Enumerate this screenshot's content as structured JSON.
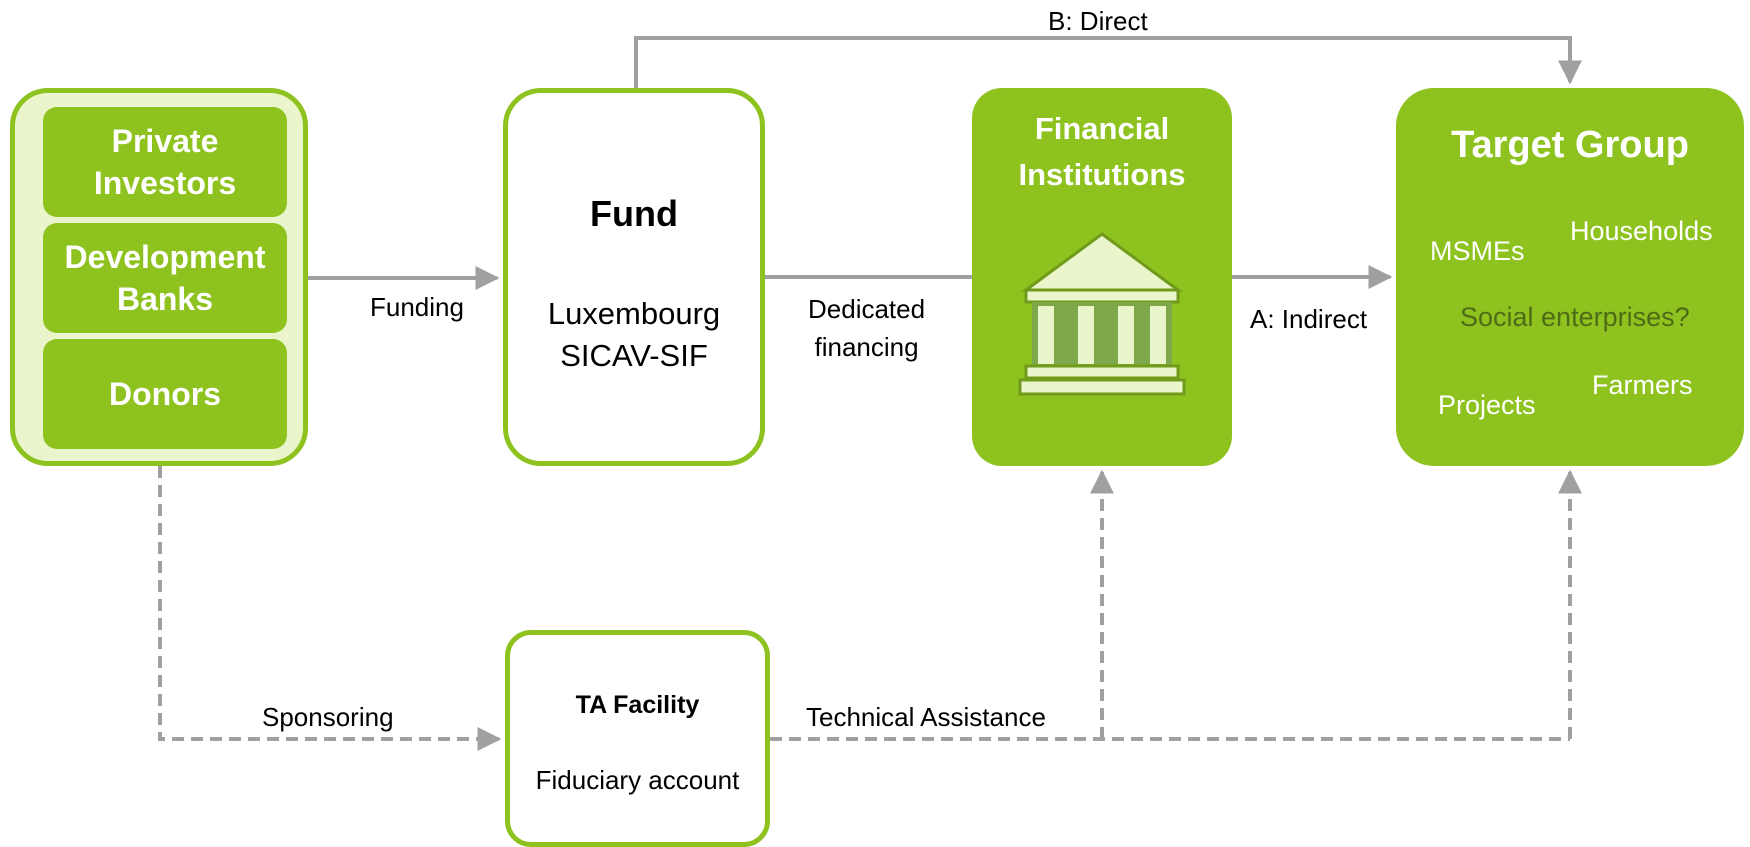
{
  "investors": {
    "items": [
      "Private Investors",
      "Development Banks",
      "Donors"
    ]
  },
  "fund": {
    "title": "Fund",
    "sub_line1": "Luxembourg",
    "sub_line2": "SICAV-SIF"
  },
  "financial_institutions": {
    "title_line1": "Financial",
    "title_line2": "Institutions",
    "icon": "bank-building-icon"
  },
  "target_group": {
    "title": "Target Group",
    "items": [
      "MSMEs",
      "Households",
      "Social enterprises?",
      "Projects",
      "Farmers"
    ]
  },
  "ta_facility": {
    "title": "TA Facility",
    "sub": "Fiduciary account"
  },
  "edges": {
    "funding": "Funding",
    "dedicated_line1": "Dedicated",
    "dedicated_line2": "financing",
    "indirect": "A: Indirect",
    "direct": "B: Direct",
    "sponsoring": "Sponsoring",
    "technical_assistance": "Technical Assistance"
  },
  "colors": {
    "green": "#8dc21f",
    "light_green": "#eaf5cc",
    "arrow_gray": "#a0a0a0",
    "social_text": "#4f6b17"
  }
}
